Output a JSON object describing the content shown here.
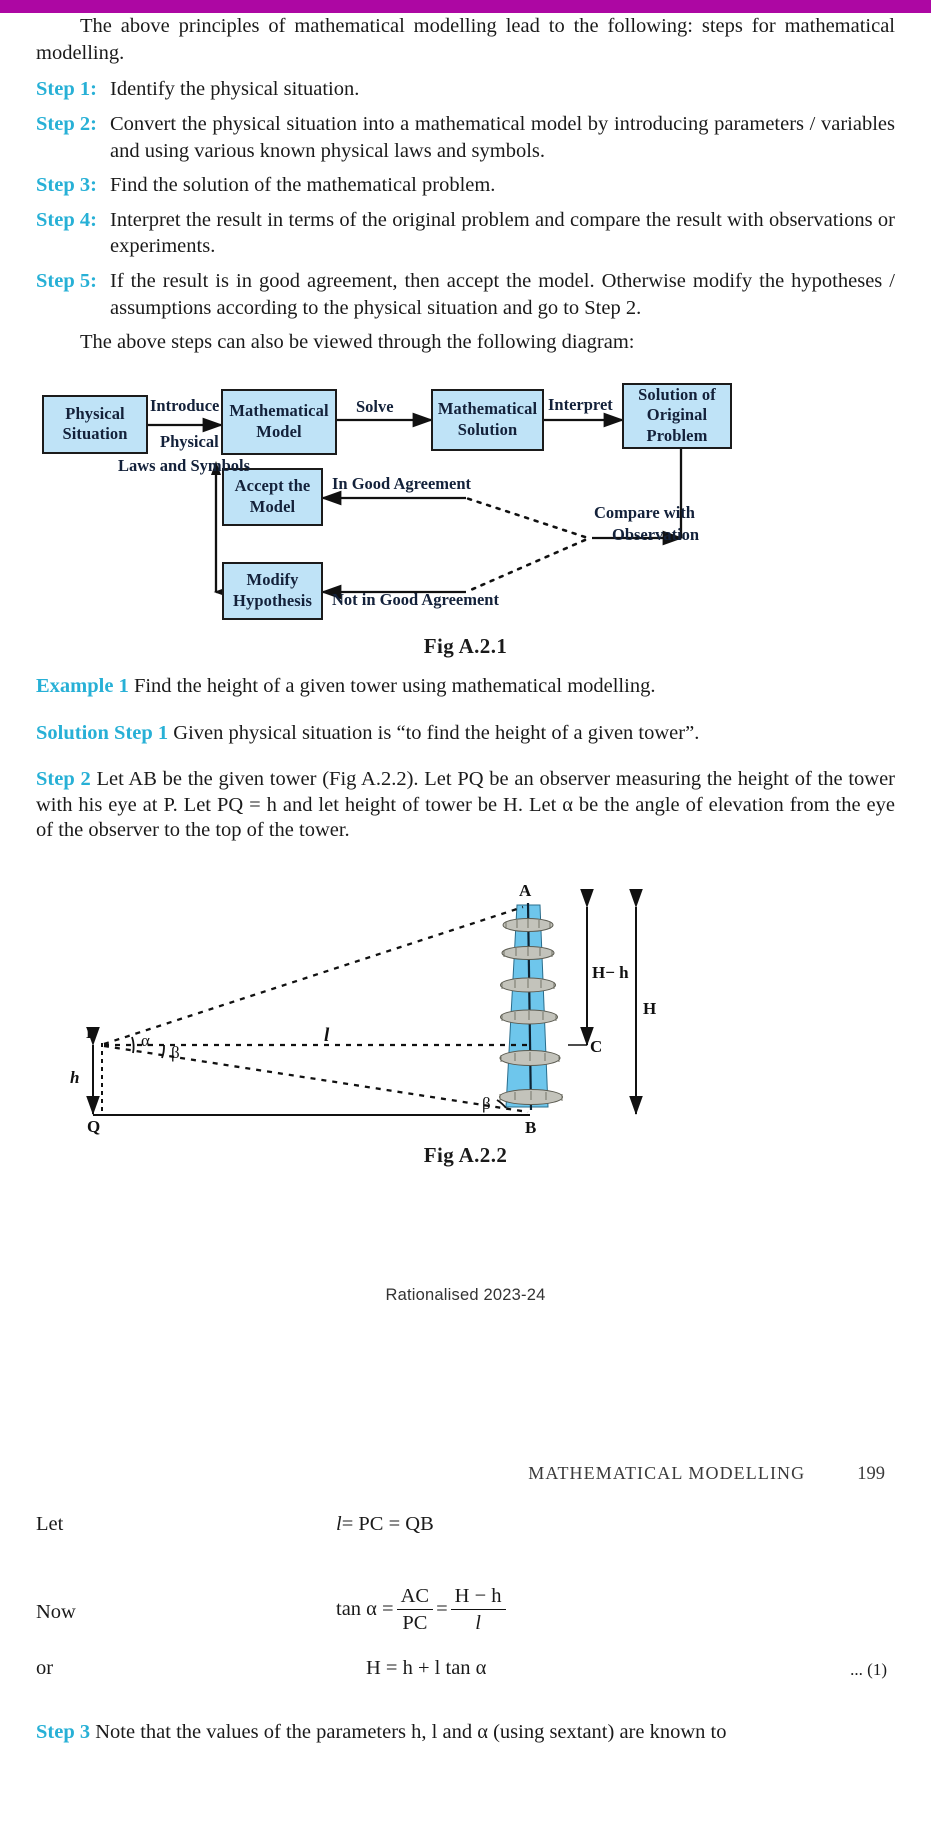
{
  "colors": {
    "header_bar": "#ad07a3",
    "step_label": "#27b0d6",
    "box_fill": "#bfe3f7",
    "box_border": "#1b1b1b",
    "tower_fill": "#6ec6ec"
  },
  "intro": {
    "paragraph": "The above principles of mathematical modelling lead to the following: steps for mathematical modelling."
  },
  "steps": [
    {
      "label": "Step 1:",
      "text": "Identify the physical situation."
    },
    {
      "label": "Step 2:",
      "text": "Convert the physical situation into a mathematical model by introducing parameters / variables and using various known physical laws and symbols."
    },
    {
      "label": "Step 3:",
      "text": "Find the solution of the mathematical problem."
    },
    {
      "label": "Step 4:",
      "text": "Interpret the result in terms of the original problem and compare the result with observations or experiments."
    },
    {
      "label": "Step 5:",
      "text": "If the result is in good agreement, then accept the model. Otherwise modify the hypotheses / assumptions according to the physical situation and go to Step 2."
    }
  ],
  "after_steps": "The above steps can also be viewed through the following diagram:",
  "flowchart": {
    "boxes": [
      {
        "id": "physical-situation",
        "lines": [
          "Physical",
          "Situation"
        ]
      },
      {
        "id": "mathematical-model",
        "lines": [
          "Mathematical",
          "Model"
        ]
      },
      {
        "id": "mathematical-solution",
        "lines": [
          "Mathematical",
          "Solution"
        ]
      },
      {
        "id": "solution-of-original-problem",
        "lines": [
          "Solution of",
          "Original",
          "Problem"
        ]
      },
      {
        "id": "accept-the-model",
        "lines": [
          "Accept the",
          "Model"
        ]
      },
      {
        "id": "modify-hypothesis",
        "lines": [
          "Modify",
          "Hypothesis"
        ]
      }
    ],
    "edge_labels": {
      "introduce": "Introduce",
      "physical": "Physical",
      "laws_and_symbols": "Laws and Symbols",
      "solve": "Solve",
      "interpret": "Interpret",
      "in_good_agreement": "In Good Agreement",
      "not_in_good_agreement": "Not in Good Agreement",
      "compare_with": "Compare with",
      "observation": "Observation"
    },
    "caption": "Fig  A.2.1"
  },
  "example": {
    "label": "Example 1",
    "text": " Find the height of a given tower using mathematical modelling."
  },
  "solution": {
    "label": "Solution Step 1",
    "text": " Given physical situation is “to find the height of a given tower”."
  },
  "step2": {
    "label": "Step 2",
    "text": " Let AB be the given tower (Fig A.2.2). Let PQ be an observer measuring the height of the tower with his eye at P. Let  PQ = h  and let height of tower be H. Let α be the angle of elevation from the eye of the observer to the top of the tower."
  },
  "tower_figure": {
    "labels": {
      "A": "A",
      "B": "B",
      "C": "C",
      "P": "P",
      "Q": "Q",
      "h": "h",
      "H": "H",
      "H_minus_h": "H− h",
      "l": "l",
      "alpha": "α",
      "beta_upper": "β",
      "beta_lower": "β"
    },
    "caption": "Fig  A.2.2"
  },
  "rationalised": "Rationalised 2023-24",
  "page2_header": {
    "title": "MATHEMATICAL  MODELLING",
    "page_number": "199"
  },
  "math": {
    "let": {
      "lead": "Let",
      "expr_italic_l": "l",
      "expr_rest": " = PC = QB"
    },
    "now": {
      "lead": "Now",
      "lhs": "tan α = ",
      "frac1_num": "AC",
      "frac1_den": "PC",
      "equals": "=",
      "frac2_num": "H − h",
      "frac2_den": "l"
    },
    "or": {
      "lead": "or",
      "expr": "H = h + l tan α",
      "eqno": "... (1)"
    }
  },
  "step3": {
    "label": "Step 3",
    "text": " Note that the values of the parameters h, l and α (using sextant) are known to"
  }
}
